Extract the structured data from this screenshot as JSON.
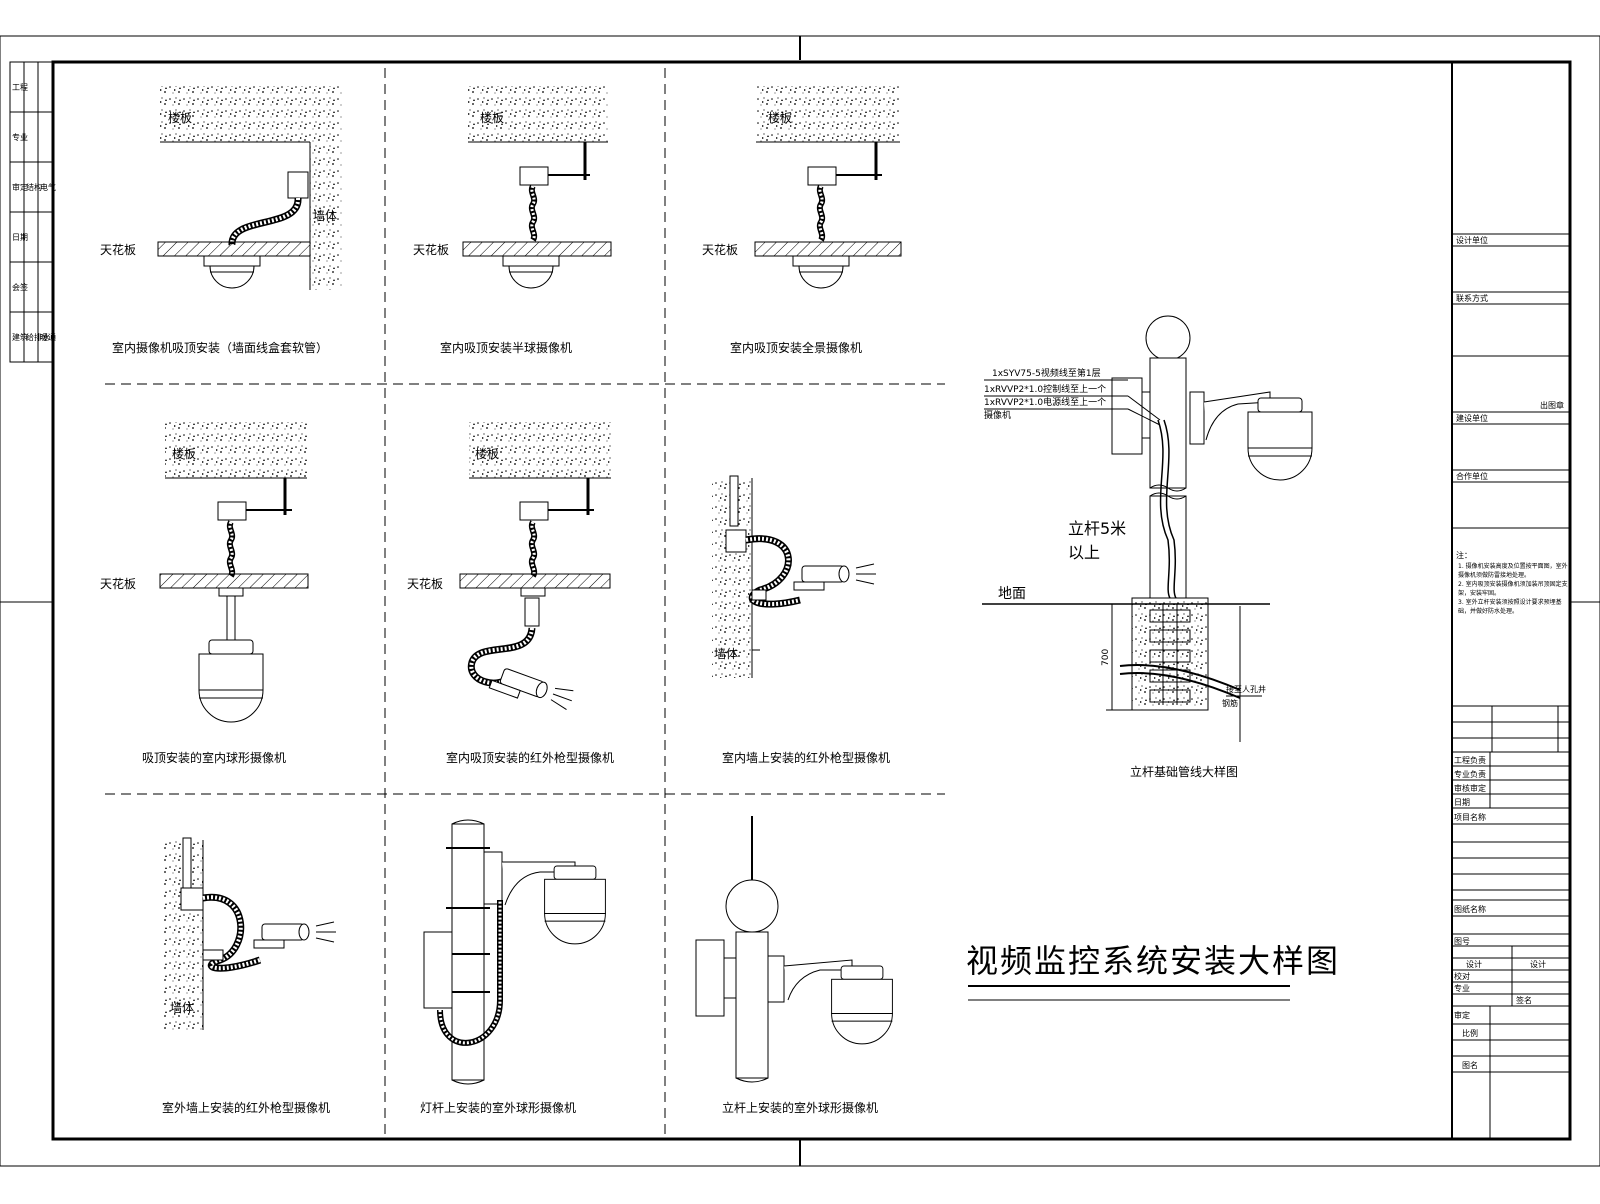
{
  "drawing_title": "视频监控系统安装大样图",
  "labels": {
    "slab": "楼板",
    "ceiling": "天花板",
    "wall": "墙体",
    "ground": "地面"
  },
  "captions": {
    "c1": "室内摄像机吸顶安装（墙面线盒套软管）",
    "c2": "室内吸顶安装半球摄像机",
    "c3": "室内吸顶安装全景摄像机",
    "c4": "吸顶安装的室内球形摄像机",
    "c5": "室内吸顶安装的红外枪型摄像机",
    "c6": "室内墙上安装的红外枪型摄像机",
    "c7": "室外墙上安装的红外枪型摄像机",
    "c8": "灯杆上安装的室外球形摄像机",
    "c9": "立杆上安装的室外球形摄像机",
    "pole_detail": "立杆基础管线大样图"
  },
  "pole_detail": {
    "cable_notes": [
      "1xSYV75-5视频线至第1层",
      "1xRVVP2*1.0控制线至上一个",
      "1xRVVP2*1.0电源线至上一个",
      "摄像机"
    ],
    "height": "立杆5米",
    "height2": "以上",
    "depth": "700",
    "pipe_note": "接至人孔井",
    "rebar": "钢筋"
  },
  "title_block": {
    "design_unit": "设计单位",
    "contact": "联系方式",
    "construction_unit": "建设单位",
    "cooperation_unit": "合作单位",
    "notes_head": "注：",
    "notes": [
      "1. 摄像机安装高度及位置按平面图，室外摄像机须做防雷接地处理。",
      "2. 室内吸顶安装摄像机须加装吊顶固定支架，安装牢固。",
      "3. 室外立杆安装须按照设计要求预埋基础，并做好防水处理。"
    ],
    "stamp": "出图章",
    "rows": [
      "工程负责",
      "专业负责",
      "审核审定",
      "日期",
      "项目名称",
      "图纸名称",
      "图号",
      "设计",
      "校对",
      "专业",
      "审定",
      "比例",
      "图名"
    ],
    "cols": [
      "设计",
      "签名"
    ]
  },
  "left_strip": [
    "工程",
    "专业",
    "审定",
    "日期",
    "会签",
    "建筑",
    "结构",
    "给排水",
    "电气",
    "暖通"
  ]
}
